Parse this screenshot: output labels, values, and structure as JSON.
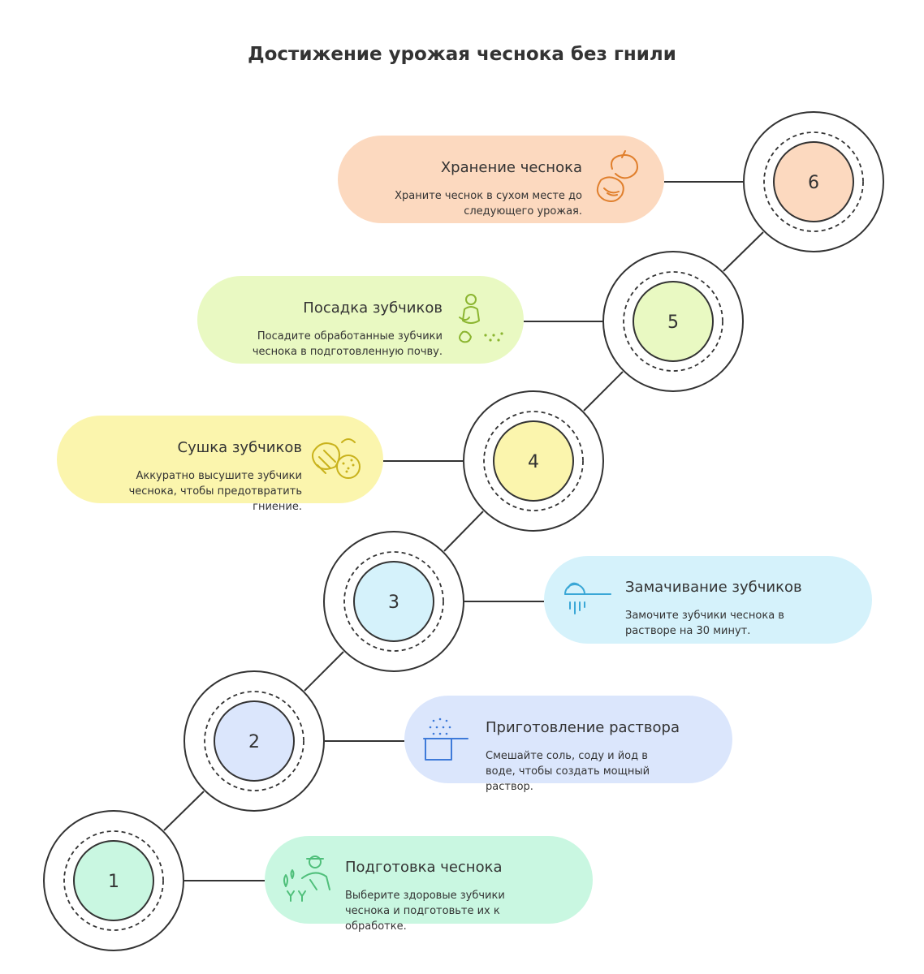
{
  "title": "Достижение урожая чеснока без гнили",
  "colors": {
    "line": "#333333",
    "step1": "#c9f7e1",
    "step2": "#dbe6fc",
    "step3": "#d5f2fb",
    "step4": "#fbf5ad",
    "step5": "#e9f9c2",
    "step6": "#fcd9bf",
    "icon1": "#4fbf7a",
    "icon2": "#3e7ad9",
    "icon3": "#3aa7d6",
    "icon4": "#c9b21c",
    "icon5": "#8bb530",
    "icon6": "#e07f2c"
  },
  "steps": [
    {
      "number": "1",
      "title": "Подготовка чеснока",
      "desc": [
        "Выберите здоровые зубчики",
        "чеснока и подготовьте их к",
        "обработке."
      ],
      "icon": "farmer-icon"
    },
    {
      "number": "2",
      "title": "Приготовление раствора",
      "desc": [
        "Смешайте соль, соду и йод в",
        "воде, чтобы создать мощный",
        "раствор."
      ],
      "icon": "pot-icon"
    },
    {
      "number": "3",
      "title": "Замачивание зубчиков",
      "desc": [
        "Замочите зубчики чеснока в",
        "растворе на 30 минут."
      ],
      "icon": "soak-icon"
    },
    {
      "number": "4",
      "title": "Сушка зубчиков",
      "desc": [
        "Аккуратно высушите зубчики",
        "чеснока, чтобы предотвратить",
        "гниение."
      ],
      "icon": "drying-icon"
    },
    {
      "number": "5",
      "title": "Посадка зубчиков",
      "desc": [
        "Посадите обработанные зубчики",
        "чеснока в подготовленную почву."
      ],
      "icon": "planting-icon"
    },
    {
      "number": "6",
      "title": "Хранение чеснока",
      "desc": [
        "Храните чеснок в сухом месте до",
        "следующего урожая."
      ],
      "icon": "garlic-icon"
    }
  ]
}
